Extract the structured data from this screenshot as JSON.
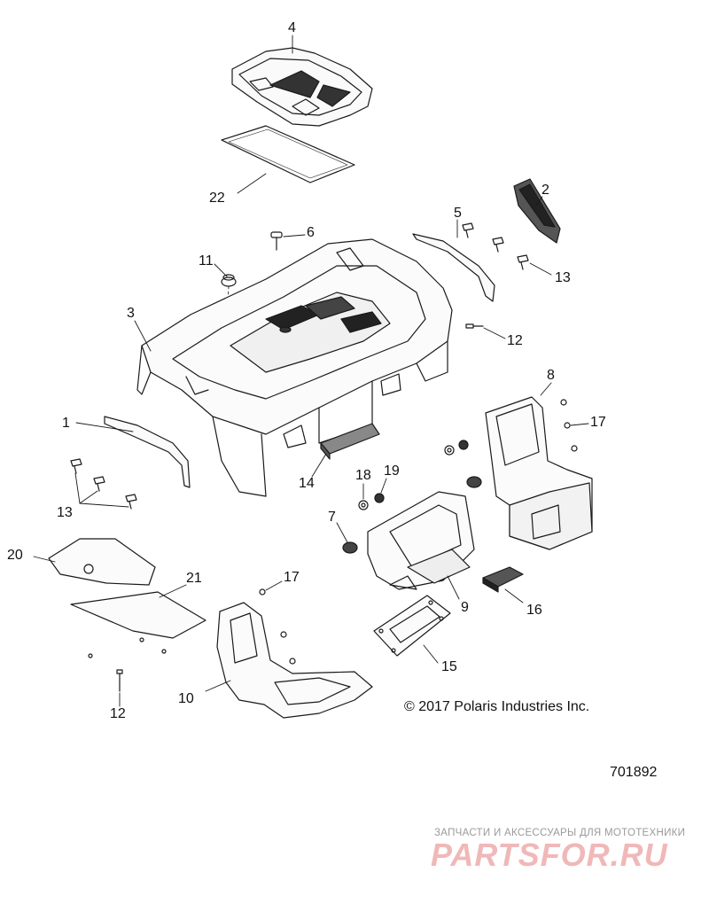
{
  "diagram": {
    "callouts": [
      {
        "id": "c4",
        "label": "4"
      },
      {
        "id": "c22",
        "label": "22"
      },
      {
        "id": "c2",
        "label": "2"
      },
      {
        "id": "c5",
        "label": "5"
      },
      {
        "id": "c6",
        "label": "6"
      },
      {
        "id": "c13a",
        "label": "13"
      },
      {
        "id": "c11",
        "label": "11"
      },
      {
        "id": "c3",
        "label": "3"
      },
      {
        "id": "c12a",
        "label": "12"
      },
      {
        "id": "c8",
        "label": "8"
      },
      {
        "id": "c17a",
        "label": "17"
      },
      {
        "id": "c1",
        "label": "1"
      },
      {
        "id": "c18",
        "label": "18"
      },
      {
        "id": "c19",
        "label": "19"
      },
      {
        "id": "c14",
        "label": "14"
      },
      {
        "id": "c7",
        "label": "7"
      },
      {
        "id": "c13b",
        "label": "13"
      },
      {
        "id": "c20",
        "label": "20"
      },
      {
        "id": "c21",
        "label": "21"
      },
      {
        "id": "c17b",
        "label": "17"
      },
      {
        "id": "c9",
        "label": "9"
      },
      {
        "id": "c16",
        "label": "16"
      },
      {
        "id": "c15",
        "label": "15"
      },
      {
        "id": "c10",
        "label": "10"
      },
      {
        "id": "c12b",
        "label": "12"
      }
    ],
    "copyright": "© 2017 Polaris Industries Inc.",
    "figure_number": "701892"
  },
  "watermark": {
    "tagline": "ЗАПЧАСТИ И АКСЕССУАРЫ ДЛЯ МОТОТЕХНИКИ",
    "logo_text": "PARTSFOR.RU"
  },
  "colors": {
    "line": "#1a1a1a",
    "watermark_logo": "#f0b8b8",
    "watermark_text": "#9a9a9a"
  }
}
